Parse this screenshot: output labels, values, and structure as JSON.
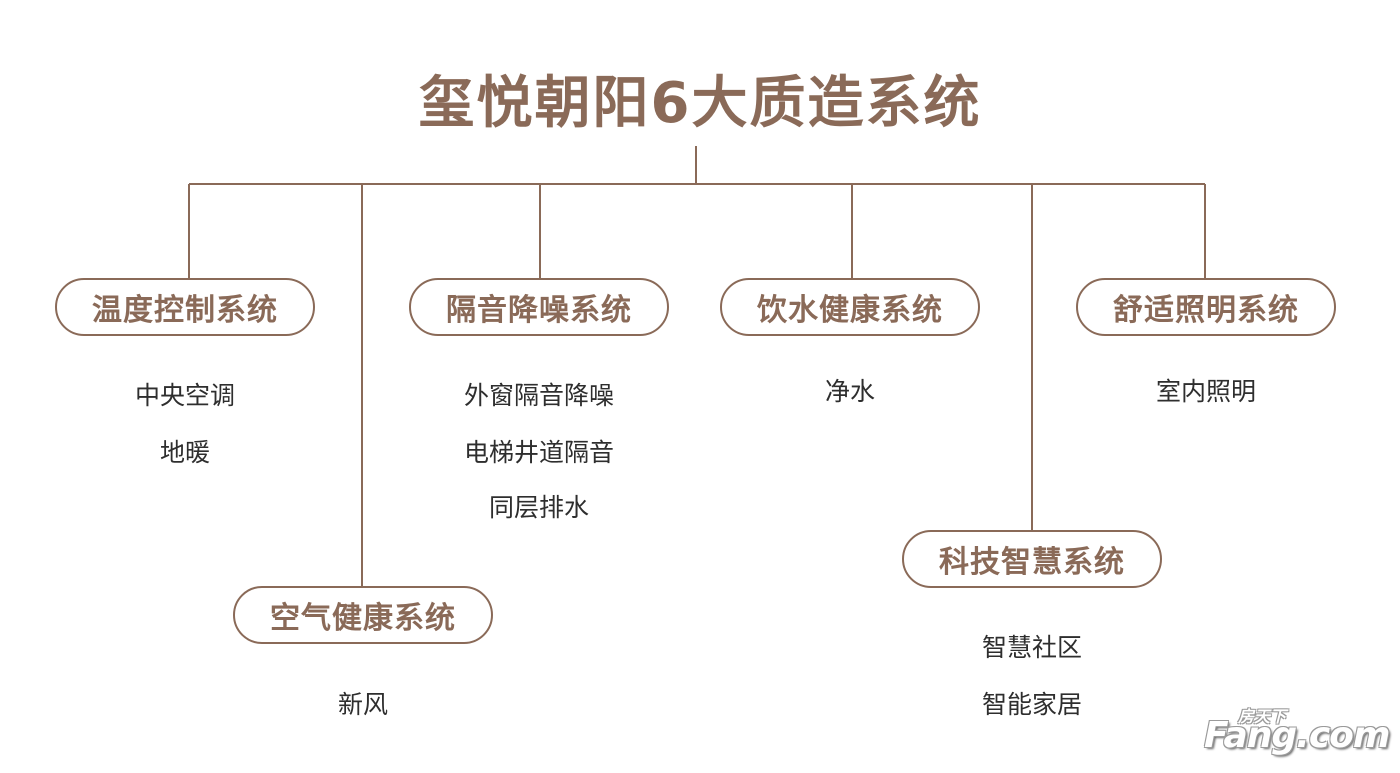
{
  "title": "玺悦朝阳6大质造系统",
  "colors": {
    "accent": "#8a6a58",
    "text": "#2e2e2e",
    "background": "#ffffff"
  },
  "systems": [
    {
      "name": "温度控制系统",
      "items": [
        "中央空调",
        "地暖"
      ]
    },
    {
      "name": "空气健康系统",
      "items": [
        "新风"
      ]
    },
    {
      "name": "隔音降噪系统",
      "items": [
        "外窗隔音降噪",
        "电梯井道隔音",
        "同层排水"
      ]
    },
    {
      "name": "饮水健康系统",
      "items": [
        "净水"
      ]
    },
    {
      "name": "科技智慧系统",
      "items": [
        "智慧社区",
        "智能家居"
      ]
    },
    {
      "name": "舒适照明系统",
      "items": [
        "室内照明"
      ]
    }
  ],
  "watermark": {
    "cn": "房天下",
    "en": "Fang.com"
  }
}
